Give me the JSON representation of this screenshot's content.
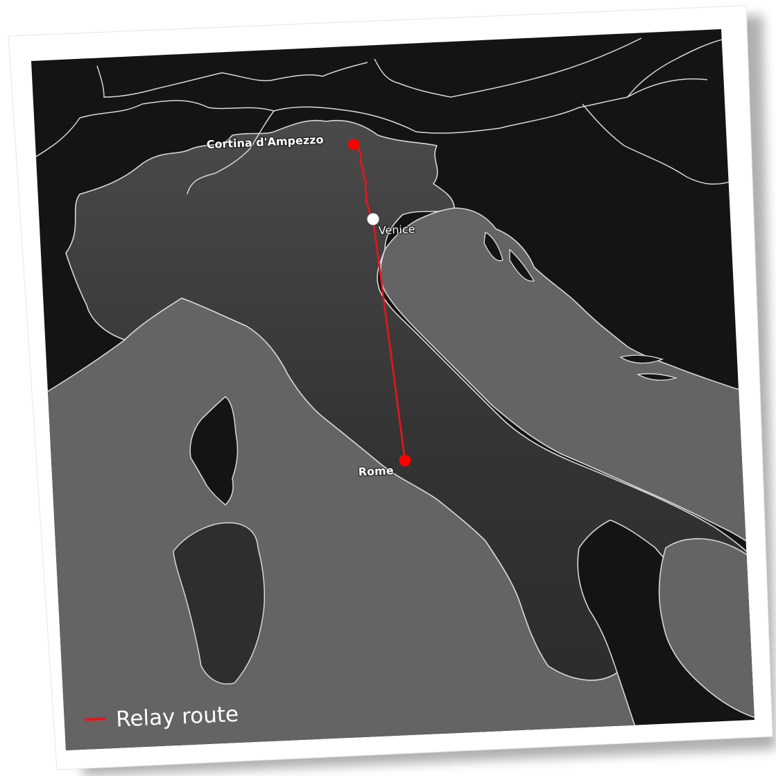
{
  "map": {
    "cities": [
      {
        "id": "cortina",
        "label": "Cortina d'Ampezzo",
        "marker_color": "#ff0000"
      },
      {
        "id": "venice",
        "label": "Venice",
        "marker_color": "#ffffff"
      },
      {
        "id": "rome",
        "label": "Rome",
        "marker_color": "#ff0000"
      }
    ],
    "route_color": "#e8151b",
    "colors": {
      "background_dark": "#141414",
      "region_mid": "#3a3a3a",
      "region_light": "#626262",
      "borders": "#d8d8d8",
      "card_border": "#ffffff"
    }
  },
  "legend": {
    "label": "Relay route",
    "swatch_color": "#e8151b"
  }
}
